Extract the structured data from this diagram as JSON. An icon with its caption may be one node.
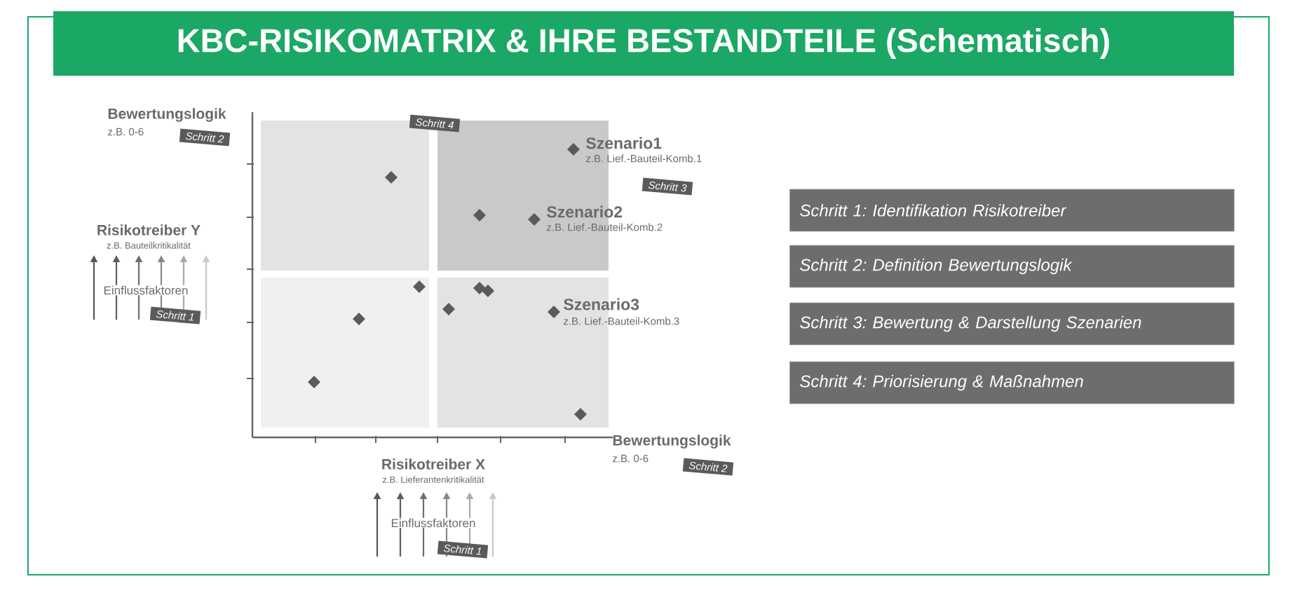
{
  "diagram": {
    "title": "KBC-RISIKOMATRIX & IHRE BESTANDTEILE (Schematisch)",
    "nodes": [
      {
        "text": [
          "Schritt 4"
        ]
      },
      {
        "text": [
          "Schritt 2"
        ]
      },
      {
        "text": [
          "Schritt 3"
        ]
      },
      {
        "text": [
          "Schritt 1"
        ]
      },
      {
        "text": [
          "Schritt 2"
        ]
      },
      {
        "text": [
          "Schritt 1"
        ]
      },
      {
        "text": [
          "Schritt 1: Identifikation Risikotreiber"
        ]
      },
      {
        "text": [
          "Schritt 2: Definition Bewertungslogik"
        ]
      },
      {
        "text": [
          "Schritt 3: Bewertung & Darstellung Szenarien"
        ]
      },
      {
        "text": [
          "Schritt 4: Priorisierung & Maßnahmen"
        ]
      }
    ],
    "labels": [
      "Bewertungslogik",
      "z.B. 0-6",
      "Szenario1",
      "z.B. Lief.-Bauteil-Komb.1",
      "Szenario2",
      "z.B. Lief.-Bauteil-Komb.2",
      "Risikotreiber Y",
      "z.B. Bauteilkritikalität",
      "Einflussfaktoren",
      "Szenario3",
      "z.B. Lief.-Bauteil-Komb.3",
      "Bewertungslogik",
      "z.B. 0-6",
      "Risikotreiber X",
      "z.B. Lieferantenkritikalität",
      "Einflussfaktoren"
    ]
  }
}
